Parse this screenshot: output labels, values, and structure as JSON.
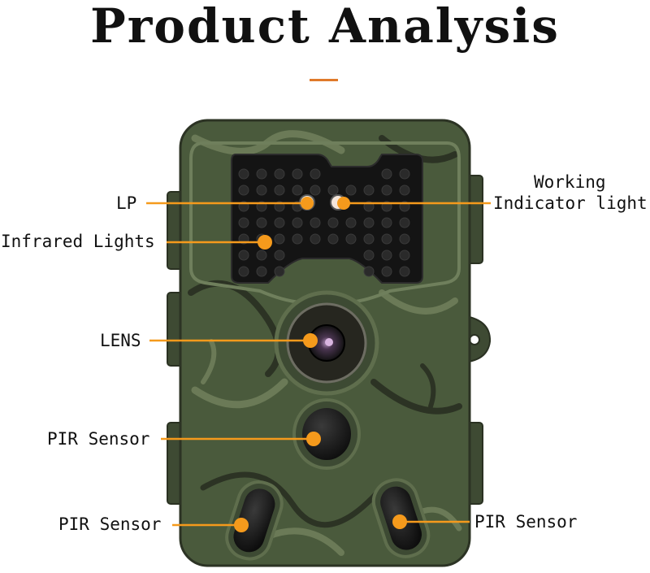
{
  "title": "Product Analysis",
  "accent_color": "#f59a1c",
  "camera_colors": {
    "camo_base": "#4a5a3c",
    "camo_light": "#6b7a57",
    "camo_dark": "#2c3324"
  },
  "callouts": {
    "lp": "LP",
    "infrared": "Infrared Lights",
    "lens": "LENS",
    "pir_center": "PIR Sensor",
    "pir_left": "PIR Sensor",
    "pir_right": "PIR Sensor",
    "working_line1": "Working",
    "working_line2": "Indicator light"
  }
}
